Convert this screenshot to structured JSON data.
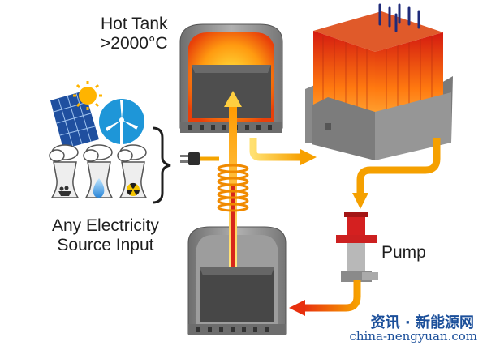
{
  "labels": {
    "hot_tank_line1": "Hot Tank",
    "hot_tank_line2": ">2000°C",
    "source_line1": "Any Electricity",
    "source_line2": "Source Input",
    "pump": "Pump"
  },
  "watermark": {
    "cn": "资讯 · 新能源网",
    "url": "china-nengyuan.com"
  },
  "colors": {
    "hot": "#ff7a10",
    "flow": "#f5a400",
    "return_flow": "#ee3a10",
    "tank_shell": "#8c8c8c",
    "molten_core": "#555555",
    "watermark": "#1b4f9a"
  },
  "icons": [
    "solar-panel-icon",
    "sun-icon",
    "wind-turbine-icon",
    "coal-plant-icon",
    "gas-plant-icon",
    "nuclear-plant-icon",
    "power-plug-icon"
  ]
}
